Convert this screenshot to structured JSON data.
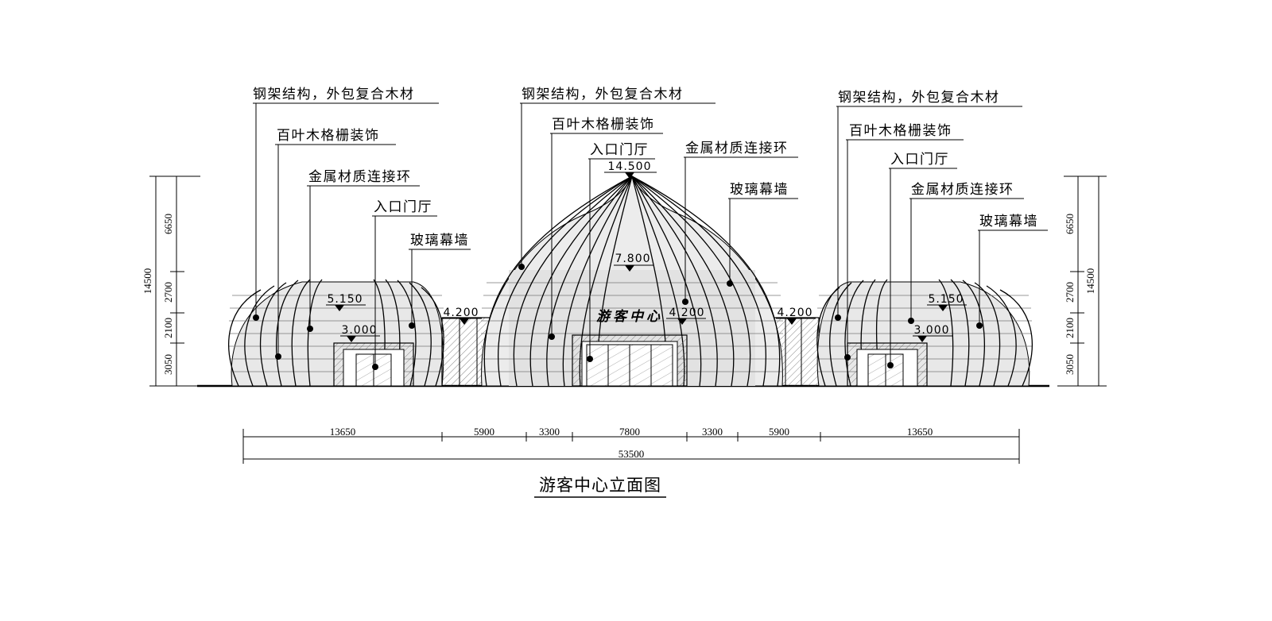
{
  "drawing": {
    "title": "游客中心立面图",
    "sign_text": "游客中心"
  },
  "callouts": {
    "left": [
      "钢架结构，外包复合木材",
      "百叶木格栅装饰",
      "金属材质连接环",
      "入口门厅",
      "玻璃幕墙"
    ],
    "center": [
      "钢架结构，外包复合木材",
      "百叶木格栅装饰",
      "入口门厅",
      "金属材质连接环",
      "玻璃幕墙"
    ],
    "right": [
      "钢架结构，外包复合木材",
      "百叶木格栅装饰",
      "入口门厅",
      "金属材质连接环",
      "玻璃幕墙"
    ]
  },
  "elevations": {
    "center_top": "14.500",
    "center_mid": "7.800",
    "center_right": "4.200",
    "left_link": "4.200",
    "right_link": "4.200",
    "left_dome": "5.150",
    "left_entry": "3.000",
    "right_dome": "5.150",
    "right_entry": "3.000"
  },
  "height_dims": {
    "total": "14500",
    "segments": [
      "6650",
      "2700",
      "2100",
      "3050"
    ]
  },
  "width_dims": {
    "segments": [
      "13650",
      "5900",
      "3300",
      "7800",
      "3300",
      "5900",
      "13650"
    ],
    "total": "53500"
  }
}
